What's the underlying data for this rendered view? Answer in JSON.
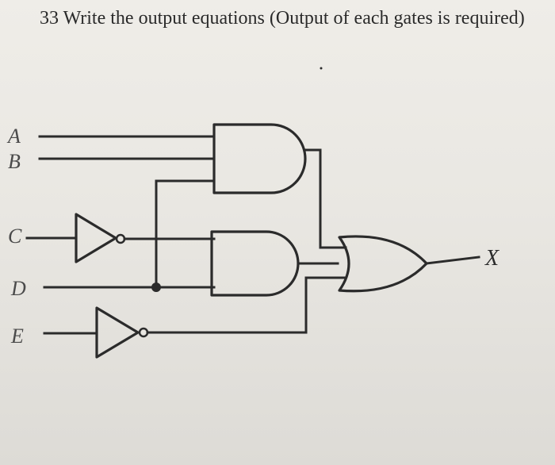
{
  "question": {
    "number": "33",
    "text": "Write the output equations (Output of each gates is required)"
  },
  "circuit": {
    "inputs": [
      "A",
      "B",
      "C",
      "D",
      "E"
    ],
    "output": "X"
  }
}
